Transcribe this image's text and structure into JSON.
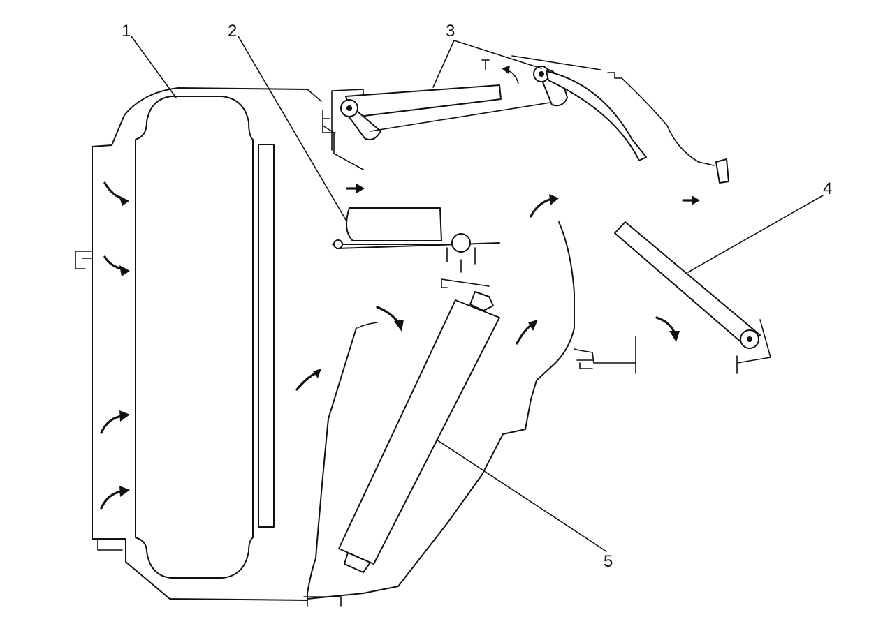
{
  "callouts": [
    {
      "id": "1",
      "text": "1"
    },
    {
      "id": "2",
      "text": "2"
    },
    {
      "id": "3",
      "text": "3"
    },
    {
      "id": "4",
      "text": "4"
    },
    {
      "id": "5",
      "text": "5"
    }
  ],
  "colors": {
    "ink": "#111111",
    "background": "#ffffff"
  }
}
